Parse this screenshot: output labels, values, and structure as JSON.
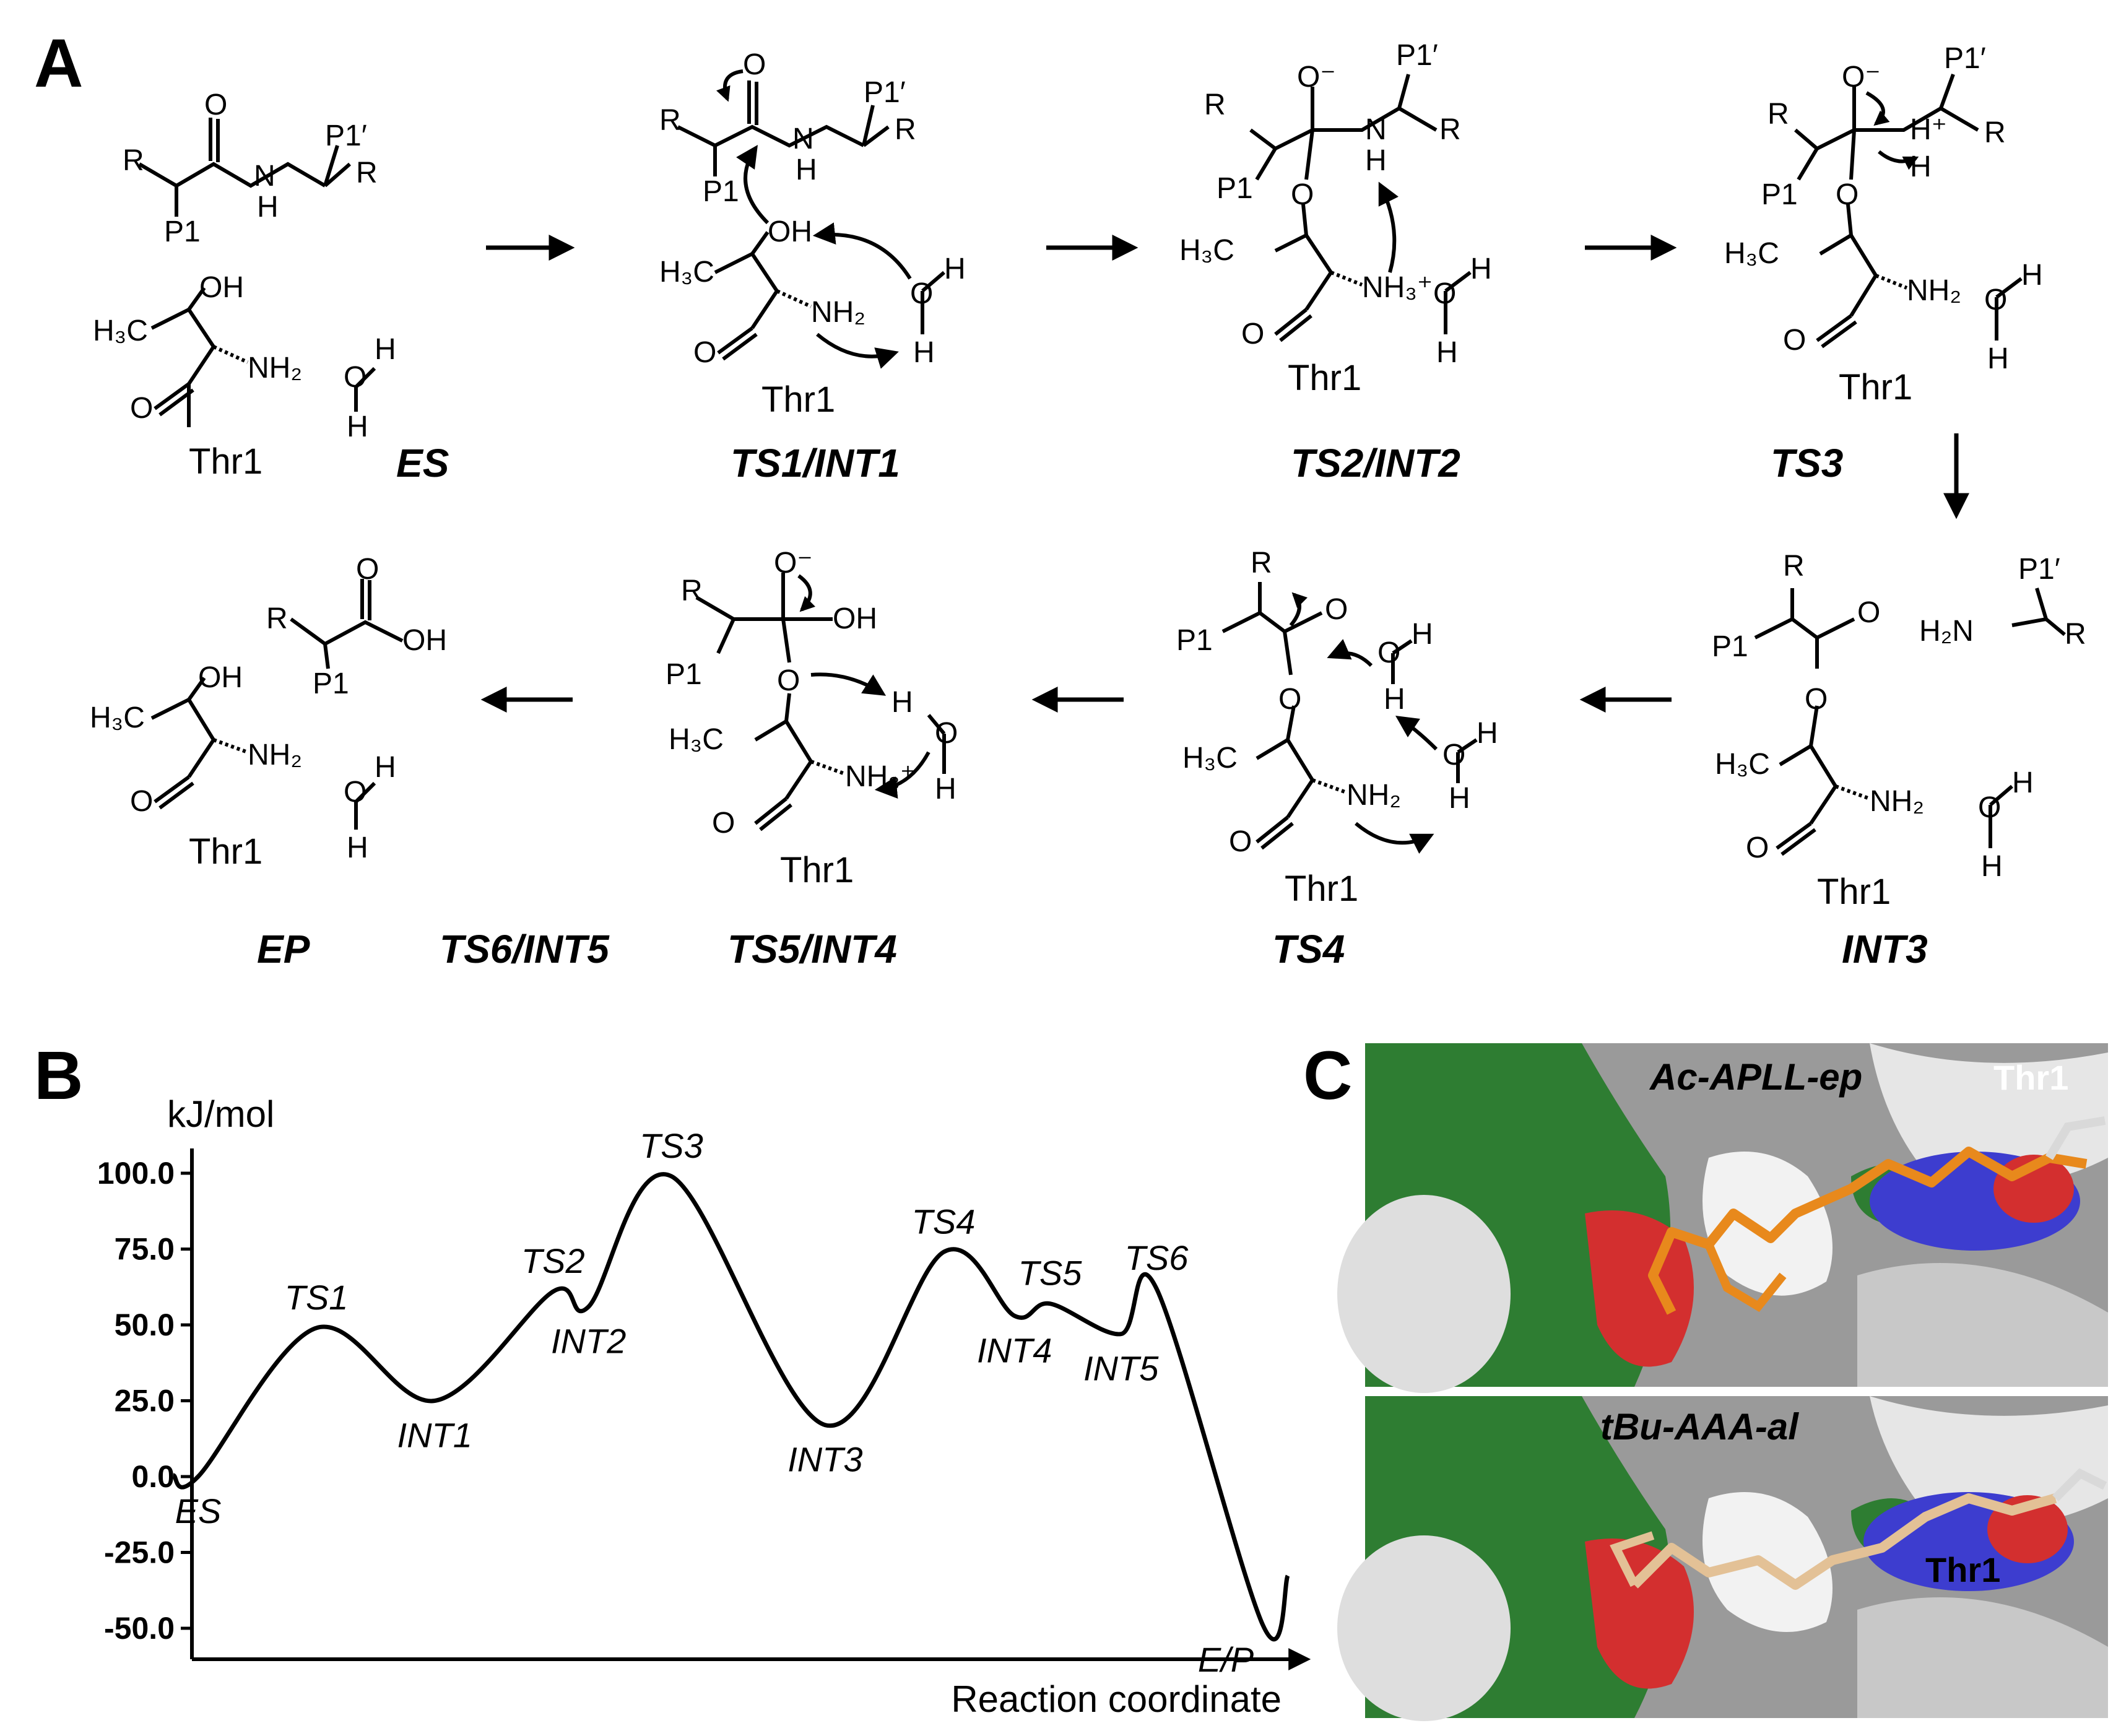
{
  "panels": {
    "a": "A",
    "b": "B",
    "c": "C"
  },
  "scheme": {
    "stages": {
      "es": "ES",
      "ts1_int1": "TS1/INT1",
      "ts2_int2": "TS2/INT2",
      "ts3": "TS3",
      "int3": "INT3",
      "ts4": "TS4",
      "ts5_int4": "TS5/INT4",
      "ts6_int5": "TS6/INT5",
      "ep": "EP"
    },
    "residue": "Thr1",
    "atoms": {
      "o": "O",
      "oh": "OH",
      "h": "H",
      "n": "N",
      "r": "R",
      "p1": "P1",
      "p1prime": "P1′",
      "h3c": "H₃C",
      "nh2": "NH₂",
      "nh3": "NH₃⁺",
      "ominus": "O⁻",
      "hplus": "H⁺",
      "h2n": "H₂N"
    }
  },
  "chart_data": {
    "type": "line",
    "ylabel": "kJ/mol",
    "xlabel": "Reaction coordinate",
    "ylim": [
      -50,
      100
    ],
    "yticks": [
      "100.0",
      "75.0",
      "50.0",
      "25.0",
      "0.0",
      "-25.0",
      "-50.0"
    ],
    "series": [
      {
        "points": [
          {
            "x": 0.0,
            "y": 0,
            "label": "ES"
          },
          {
            "x": 1.0,
            "y": 49,
            "label": "TS1"
          },
          {
            "x": 2.0,
            "y": 25,
            "label": "INT1"
          },
          {
            "x": 3.0,
            "y": 61,
            "label": "TS2"
          },
          {
            "x": 3.3,
            "y": 56,
            "label": "INT2"
          },
          {
            "x": 4.0,
            "y": 99,
            "label": "TS3"
          },
          {
            "x": 5.3,
            "y": 17,
            "label": "INT3"
          },
          {
            "x": 6.3,
            "y": 74,
            "label": "TS4"
          },
          {
            "x": 6.9,
            "y": 53,
            "label": "INT4"
          },
          {
            "x": 7.2,
            "y": 57,
            "label": "TS5"
          },
          {
            "x": 7.8,
            "y": 47,
            "label": "INT5"
          },
          {
            "x": 8.1,
            "y": 62,
            "label": "TS6"
          },
          {
            "x": 9.0,
            "y": -49,
            "label": "E/P"
          }
        ]
      }
    ]
  },
  "structures": {
    "top_ligand": "Ac-APLL-ep",
    "bottom_ligand": "tBu-AAA-al",
    "residue": "Thr1",
    "colors": {
      "green": "#2e7d32",
      "red": "#d32f2f",
      "blue": "#3d3dcf",
      "orange": "#e8891c",
      "tan": "#e3c196",
      "gray": "#8f8f8f"
    }
  }
}
